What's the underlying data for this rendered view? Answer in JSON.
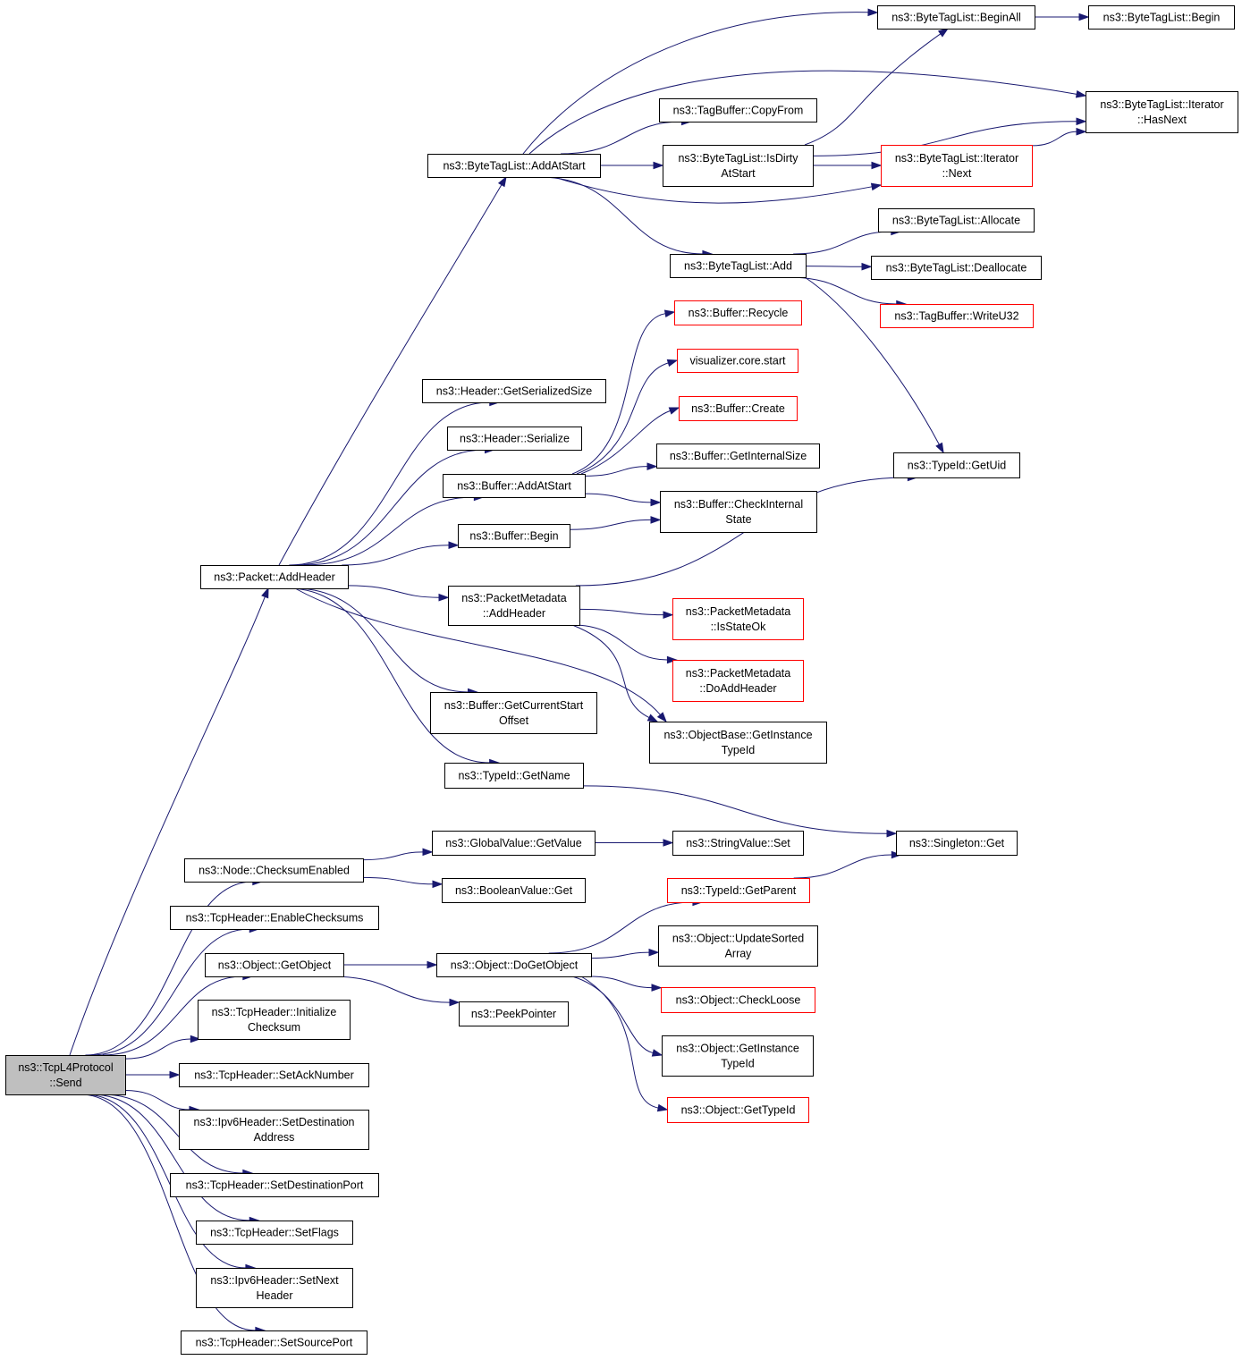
{
  "colors": {
    "edge": "#191970",
    "node_border": "#000000",
    "incomplete_border": "#ff0000",
    "root_fill": "#bfbfbf"
  },
  "nodes": {
    "send": {
      "lines": [
        "ns3::TcpL4Protocol",
        "::Send"
      ],
      "red": false,
      "root": true
    },
    "add_header": {
      "lines": [
        "ns3::Packet::AddHeader"
      ],
      "red": false
    },
    "checksum_enabled": {
      "lines": [
        "ns3::Node::ChecksumEnabled"
      ],
      "red": false
    },
    "enable_checksums": {
      "lines": [
        "ns3::TcpHeader::EnableChecksums"
      ],
      "red": false
    },
    "get_object": {
      "lines": [
        "ns3::Object::GetObject"
      ],
      "red": false
    },
    "initialize_checksum": {
      "lines": [
        "ns3::TcpHeader::Initialize",
        "Checksum"
      ],
      "red": false
    },
    "set_ack_number": {
      "lines": [
        "ns3::TcpHeader::SetAckNumber"
      ],
      "red": false
    },
    "set_destination_address": {
      "lines": [
        "ns3::Ipv6Header::SetDestination",
        "Address"
      ],
      "red": false
    },
    "set_destination_port": {
      "lines": [
        "ns3::TcpHeader::SetDestinationPort"
      ],
      "red": false
    },
    "set_flags": {
      "lines": [
        "ns3::TcpHeader::SetFlags"
      ],
      "red": false
    },
    "set_next_header": {
      "lines": [
        "ns3::Ipv6Header::SetNext",
        "Header"
      ],
      "red": false
    },
    "set_source_port": {
      "lines": [
        "ns3::TcpHeader::SetSourcePort"
      ],
      "red": false
    },
    "btl_add_at_start": {
      "lines": [
        "ns3::ByteTagList::AddAtStart"
      ],
      "red": false
    },
    "header_get_serialized_size": {
      "lines": [
        "ns3::Header::GetSerializedSize"
      ],
      "red": false
    },
    "header_serialize": {
      "lines": [
        "ns3::Header::Serialize"
      ],
      "red": false
    },
    "buffer_add_at_start": {
      "lines": [
        "ns3::Buffer::AddAtStart"
      ],
      "red": false
    },
    "buffer_begin": {
      "lines": [
        "ns3::Buffer::Begin"
      ],
      "red": false
    },
    "pm_add_header": {
      "lines": [
        "ns3::PacketMetadata",
        "::AddHeader"
      ],
      "red": false
    },
    "buffer_get_current_start_offset": {
      "lines": [
        "ns3::Buffer::GetCurrentStart",
        "Offset"
      ],
      "red": false
    },
    "typeid_get_name": {
      "lines": [
        "ns3::TypeId::GetName"
      ],
      "red": false
    },
    "btl_begin_all": {
      "lines": [
        "ns3::ByteTagList::BeginAll"
      ],
      "red": false
    },
    "btl_begin": {
      "lines": [
        "ns3::ByteTagList::Begin"
      ],
      "red": false
    },
    "btl_iter_has_next": {
      "lines": [
        "ns3::ByteTagList::Iterator",
        "::HasNext"
      ],
      "red": false
    },
    "tagbuffer_copy_from": {
      "lines": [
        "ns3::TagBuffer::CopyFrom"
      ],
      "red": false
    },
    "btl_is_dirty": {
      "lines": [
        "ns3::ByteTagList::IsDirty",
        "AtStart"
      ],
      "red": false
    },
    "btl_iter_next": {
      "lines": [
        "ns3::ByteTagList::Iterator",
        "::Next"
      ],
      "red": true
    },
    "btl_allocate": {
      "lines": [
        "ns3::ByteTagList::Allocate"
      ],
      "red": false
    },
    "btl_add": {
      "lines": [
        "ns3::ByteTagList::Add"
      ],
      "red": false
    },
    "btl_deallocate": {
      "lines": [
        "ns3::ByteTagList::Deallocate"
      ],
      "red": false
    },
    "tagbuffer_write_u32": {
      "lines": [
        "ns3::TagBuffer::WriteU32"
      ],
      "red": true
    },
    "buffer_recycle": {
      "lines": [
        "ns3::Buffer::Recycle"
      ],
      "red": true
    },
    "visualizer_core_start": {
      "lines": [
        "visualizer.core.start"
      ],
      "red": true
    },
    "buffer_create": {
      "lines": [
        "ns3::Buffer::Create"
      ],
      "red": true
    },
    "buffer_get_internal_size": {
      "lines": [
        "ns3::Buffer::GetInternalSize"
      ],
      "red": false
    },
    "buffer_check_internal_state": {
      "lines": [
        "ns3::Buffer::CheckInternal",
        "State"
      ],
      "red": false
    },
    "typeid_get_uid": {
      "lines": [
        "ns3::TypeId::GetUid"
      ],
      "red": false
    },
    "pm_is_state_ok": {
      "lines": [
        "ns3::PacketMetadata",
        "::IsStateOk"
      ],
      "red": true
    },
    "pm_do_add_header": {
      "lines": [
        "ns3::PacketMetadata",
        "::DoAddHeader"
      ],
      "red": true
    },
    "objectbase_get_instance_typeid": {
      "lines": [
        "ns3::ObjectBase::GetInstance",
        "TypeId"
      ],
      "red": false
    },
    "singleton_get": {
      "lines": [
        "ns3::Singleton::Get"
      ],
      "red": false
    },
    "globalvalue_get_value": {
      "lines": [
        "ns3::GlobalValue::GetValue"
      ],
      "red": false
    },
    "booleanvalue_get": {
      "lines": [
        "ns3::BooleanValue::Get"
      ],
      "red": false
    },
    "stringvalue_set": {
      "lines": [
        "ns3::StringValue::Set"
      ],
      "red": false
    },
    "object_do_get_object": {
      "lines": [
        "ns3::Object::DoGetObject"
      ],
      "red": false
    },
    "peek_pointer": {
      "lines": [
        "ns3::PeekPointer"
      ],
      "red": false
    },
    "typeid_get_parent": {
      "lines": [
        "ns3::TypeId::GetParent"
      ],
      "red": true
    },
    "object_update_sorted_array": {
      "lines": [
        "ns3::Object::UpdateSorted",
        "Array"
      ],
      "red": false
    },
    "object_check_loose": {
      "lines": [
        "ns3::Object::CheckLoose"
      ],
      "red": true
    },
    "object_get_instance_typeid": {
      "lines": [
        "ns3::Object::GetInstance",
        "TypeId"
      ],
      "red": false
    },
    "object_get_typeid": {
      "lines": [
        "ns3::Object::GetTypeId"
      ],
      "red": true
    }
  },
  "edges": [
    [
      "send",
      "add_header"
    ],
    [
      "send",
      "checksum_enabled"
    ],
    [
      "send",
      "enable_checksums"
    ],
    [
      "send",
      "get_object"
    ],
    [
      "send",
      "initialize_checksum"
    ],
    [
      "send",
      "set_ack_number"
    ],
    [
      "send",
      "set_destination_address"
    ],
    [
      "send",
      "set_destination_port"
    ],
    [
      "send",
      "set_flags"
    ],
    [
      "send",
      "set_next_header"
    ],
    [
      "send",
      "set_source_port"
    ],
    [
      "add_header",
      "btl_add_at_start"
    ],
    [
      "add_header",
      "header_get_serialized_size"
    ],
    [
      "add_header",
      "header_serialize"
    ],
    [
      "add_header",
      "buffer_add_at_start"
    ],
    [
      "add_header",
      "buffer_begin"
    ],
    [
      "add_header",
      "pm_add_header"
    ],
    [
      "add_header",
      "buffer_get_current_start_offset"
    ],
    [
      "add_header",
      "objectbase_get_instance_typeid"
    ],
    [
      "add_header",
      "typeid_get_name"
    ],
    [
      "btl_add_at_start",
      "btl_begin_all"
    ],
    [
      "btl_add_at_start",
      "btl_iter_has_next"
    ],
    [
      "btl_add_at_start",
      "tagbuffer_copy_from"
    ],
    [
      "btl_add_at_start",
      "btl_is_dirty"
    ],
    [
      "btl_add_at_start",
      "btl_iter_next"
    ],
    [
      "btl_add_at_start",
      "btl_add"
    ],
    [
      "btl_begin_all",
      "btl_begin"
    ],
    [
      "btl_is_dirty",
      "btl_begin_all"
    ],
    [
      "btl_is_dirty",
      "btl_iter_has_next"
    ],
    [
      "btl_is_dirty",
      "btl_iter_next"
    ],
    [
      "btl_iter_next",
      "btl_iter_has_next"
    ],
    [
      "btl_add",
      "btl_allocate"
    ],
    [
      "btl_add",
      "btl_deallocate"
    ],
    [
      "btl_add",
      "tagbuffer_write_u32"
    ],
    [
      "btl_add",
      "typeid_get_uid"
    ],
    [
      "buffer_add_at_start",
      "buffer_recycle"
    ],
    [
      "buffer_add_at_start",
      "visualizer_core_start"
    ],
    [
      "buffer_add_at_start",
      "buffer_create"
    ],
    [
      "buffer_add_at_start",
      "buffer_get_internal_size"
    ],
    [
      "buffer_add_at_start",
      "buffer_check_internal_state"
    ],
    [
      "buffer_begin",
      "buffer_check_internal_state"
    ],
    [
      "pm_add_header",
      "typeid_get_uid"
    ],
    [
      "pm_add_header",
      "pm_is_state_ok"
    ],
    [
      "pm_add_header",
      "pm_do_add_header"
    ],
    [
      "pm_add_header",
      "objectbase_get_instance_typeid"
    ],
    [
      "typeid_get_name",
      "singleton_get"
    ],
    [
      "checksum_enabled",
      "globalvalue_get_value"
    ],
    [
      "checksum_enabled",
      "booleanvalue_get"
    ],
    [
      "globalvalue_get_value",
      "stringvalue_set"
    ],
    [
      "get_object",
      "object_do_get_object"
    ],
    [
      "get_object",
      "peek_pointer"
    ],
    [
      "object_do_get_object",
      "typeid_get_parent"
    ],
    [
      "object_do_get_object",
      "object_update_sorted_array"
    ],
    [
      "object_do_get_object",
      "object_check_loose"
    ],
    [
      "object_do_get_object",
      "object_get_instance_typeid"
    ],
    [
      "object_do_get_object",
      "object_get_typeid"
    ],
    [
      "typeid_get_parent",
      "singleton_get"
    ]
  ]
}
